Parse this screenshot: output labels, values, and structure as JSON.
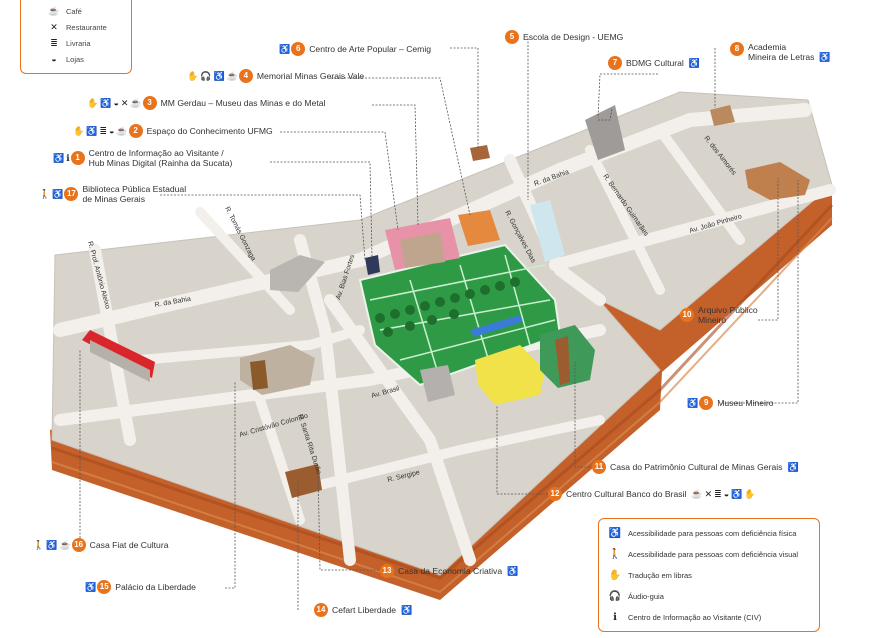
{
  "legend_top": [
    {
      "icon": "cafe-icon",
      "glyph": "☕",
      "label": "Café"
    },
    {
      "icon": "restaurant-icon",
      "glyph": "✕",
      "label": "Restaurante"
    },
    {
      "icon": "bookstore-icon",
      "glyph": "≣",
      "label": "Livraria"
    },
    {
      "icon": "shop-icon",
      "glyph": "◒",
      "label": "Lojas"
    }
  ],
  "legend_bottom": [
    {
      "icon": "wheelchair-icon",
      "glyph": "♿",
      "label": "Acessibilidade para pessoas com deficiência física"
    },
    {
      "icon": "visual-impairment-icon",
      "glyph": "🚶",
      "label": "Acessibilidade para pessoas com deficiência visual"
    },
    {
      "icon": "sign-language-icon",
      "glyph": "✋",
      "label": "Tradução em libras"
    },
    {
      "icon": "audio-guide-icon",
      "glyph": "🎧",
      "label": "Áudio-guia"
    },
    {
      "icon": "info-icon",
      "glyph": "ℹ",
      "label": "Centro de Informação ao Visitante (CIV)"
    }
  ],
  "pois": [
    {
      "num": "1",
      "name": "Centro de Informação ao Visitante /\nHub Minas Digital (Rainha da Sucata)",
      "icons": [
        "wheelchair-icon",
        "info-icon"
      ]
    },
    {
      "num": "2",
      "name": "Espaço do Conhecimento UFMG",
      "icons": [
        "sign-language-icon",
        "wheelchair-icon",
        "bookstore-icon",
        "shop-icon",
        "cafe-icon"
      ]
    },
    {
      "num": "3",
      "name": "MM Gerdau – Museu das Minas e do Metal",
      "icons": [
        "sign-language-icon",
        "wheelchair-icon",
        "shop-icon",
        "restaurant-icon",
        "cafe-icon"
      ]
    },
    {
      "num": "4",
      "name": "Memorial Minas Gerais Vale",
      "icons": [
        "sign-language-icon",
        "audio-guide-icon",
        "wheelchair-icon",
        "cafe-icon"
      ]
    },
    {
      "num": "5",
      "name": "Escola de Design - UEMG",
      "icons": []
    },
    {
      "num": "6",
      "name": "Centro de Arte Popular – Cemig",
      "icons": [
        "wheelchair-icon"
      ]
    },
    {
      "num": "7",
      "name": "BDMG Cultural",
      "icons": [
        "wheelchair-icon"
      ]
    },
    {
      "num": "8",
      "name": "Academia\nMineira de Letras",
      "icons": [
        "wheelchair-icon"
      ]
    },
    {
      "num": "9",
      "name": "Museu Mineiro",
      "icons": [
        "wheelchair-icon"
      ]
    },
    {
      "num": "10",
      "name": "Arquivo Público\nMineiro",
      "icons": []
    },
    {
      "num": "11",
      "name": "Casa do Patrimônio Cultural de Minas Gerais",
      "icons": [
        "wheelchair-icon"
      ]
    },
    {
      "num": "12",
      "name": "Centro Cultural Banco do Brasil",
      "icons": [
        "cafe-icon",
        "restaurant-icon",
        "bookstore-icon",
        "shop-icon",
        "wheelchair-icon",
        "sign-language-icon"
      ]
    },
    {
      "num": "13",
      "name": "Casa da Economia Criativa",
      "icons": [
        "wheelchair-icon"
      ]
    },
    {
      "num": "14",
      "name": "Cefart Liberdade",
      "icons": [
        "wheelchair-icon"
      ]
    },
    {
      "num": "15",
      "name": "Palácio da Liberdade",
      "icons": [
        "wheelchair-icon"
      ]
    },
    {
      "num": "16",
      "name": "Casa Fiat de Cultura",
      "icons": [
        "visual-impairment-icon",
        "wheelchair-icon",
        "cafe-icon"
      ]
    },
    {
      "num": "17",
      "name": "Biblioteca Pública Estadual\nde Minas Gerais",
      "icons": [
        "visual-impairment-icon",
        "wheelchair-icon"
      ]
    }
  ],
  "streets": [
    "R. da Bahia",
    "R. Prof. Antônio Aleixo",
    "R. Tomás Gonzaga",
    "Av. Bias Fortes",
    "Av. Cristóvão Colombo",
    "Av. Brasil",
    "R. Santa Rita Durão",
    "R. Sergipe",
    "R. da Bahia",
    "R. Gonçalves Dias",
    "R. Bernardo Guimarães",
    "R. dos Aimorés",
    "Av. João Pinheiro"
  ],
  "colors": {
    "accent": "#e8731d",
    "ground": "#d9d4cc",
    "road": "#f1eee9",
    "soil": "#c6642a",
    "park": "#2f9a45"
  }
}
